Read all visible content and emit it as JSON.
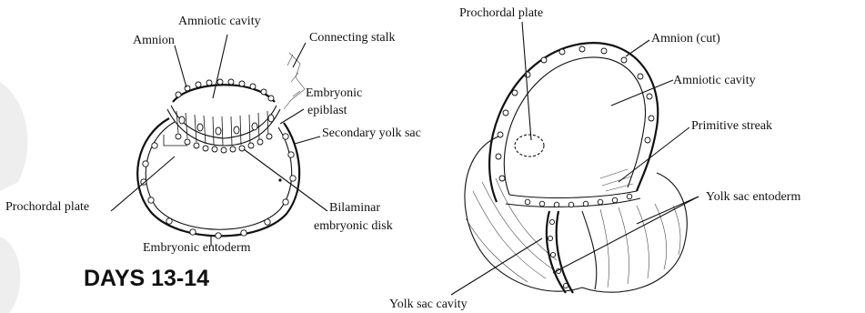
{
  "left_figure": {
    "labels": {
      "amniotic_cavity": "Amniotic cavity",
      "amnion": "Amnion",
      "connecting_stalk": "Connecting stalk",
      "embryonic_epiblast_1": "Embryonic",
      "embryonic_epiblast_2": "epiblast",
      "secondary_yolk_sac": "Secondary yolk sac",
      "prochordal_plate": "Prochordal plate",
      "bilaminar_1": "Bilaminar",
      "bilaminar_2": "embryonic disk",
      "embryonic_entoderm": "Embryonic entoderm"
    },
    "stage_title": "DAYS 13-14"
  },
  "right_figure": {
    "labels": {
      "prochordal_plate": "Prochordal plate",
      "amnion_cut": "Amnion (cut)",
      "amniotic_cavity": "Amniotic cavity",
      "primitive_streak": "Primitive streak",
      "yolk_sac_entoderm": "Yolk sac entoderm",
      "yolk_sac_cavity": "Yolk sac cavity"
    }
  }
}
